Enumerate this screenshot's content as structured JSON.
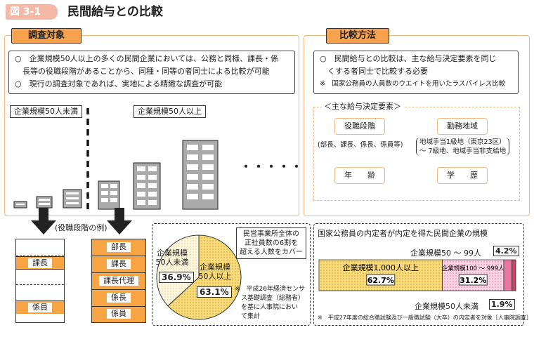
{
  "header": {
    "badge": "図 3-1",
    "title": "民間給与との比較"
  },
  "left_panel": {
    "label": "調査対象",
    "bullets": [
      "○　企業規模50人以上の多くの民間企業においては、公務と同様、課長・係",
      "　長等の役職段階があることから、同種・同等の者同士による比較が可能",
      "○　現行の調査対象であれば、実地による精緻な調査が可能"
    ],
    "small_label": "企業規模50人未満",
    "large_label": "企業規模50人以上",
    "ellipsis": "・・・・・",
    "example_label": "(役職段階の例)",
    "small_ranks": [
      "課長",
      "係員"
    ],
    "large_ranks": [
      "部長",
      "課長",
      "課長代理",
      "係長",
      "係員"
    ]
  },
  "pie": {
    "callout": [
      "民営事業所全体の",
      "正社員数の6割を",
      "超える人数をカバー"
    ],
    "note": [
      "※　平成26年経済センサ",
      "　ス基礎調査（総務省）",
      "　を基に人事院におい",
      "　て集計"
    ],
    "slices": [
      {
        "name": [
          "企業規模",
          "50人以上"
        ],
        "value": 63.1,
        "label": "63.1%",
        "color": "#f8db7a"
      },
      {
        "name": [
          "企業規模",
          "50人未満"
        ],
        "value": 36.9,
        "label": "36.9%",
        "color": "#ffffff"
      }
    ]
  },
  "right_panel": {
    "label": "比較方法",
    "text": [
      "○　民間給与との比較は、主な給与決定要素を同じ",
      "　くする者同士で比較する必要"
    ],
    "note": "※　国家公務員の人員数のウエイトを用いたラスパイレス比較",
    "factors_title": "＜主な給与決定要素＞",
    "factor_rank": "役職段階",
    "factor_rank_note": "(部長、課長、係長、係員等)",
    "factor_region": "勤務地域",
    "factor_region_note": [
      "地域手当1級地（東京23区）",
      "～ 7級地、地域手当非支給地"
    ],
    "factor_age": "年　　齢",
    "factor_edu": "学　　歴"
  },
  "bar": {
    "title": "国家公務員の内定者が内定を得た民間企業の規模",
    "label_50_99": "企業規模50 ～ 99人",
    "label_under50": "企業規模50人未満",
    "note": "※　平成27年度の総合職試験及び一般職試験（大卒）の内定者を対象［人事院調査］",
    "segments": [
      {
        "name": "企業規模1,000人以上",
        "value": 62.7,
        "label": "62.7%",
        "color": "#f8db7a"
      },
      {
        "name": "企業規模100 ～ 999人",
        "value": 31.2,
        "label": "31.2%",
        "color": "#fbd3e3"
      },
      {
        "name": "企業規模50 ～ 99人",
        "value": 4.2,
        "label": "4.2%",
        "color": "#e9779f"
      },
      {
        "name": "企業規模50人未満",
        "value": 1.9,
        "label": "1.9%",
        "color": "#cc3e6c"
      }
    ]
  },
  "chart_data": [
    {
      "type": "pie",
      "categories": [
        "企業規模50人以上",
        "企業規模50人未満"
      ],
      "values": [
        63.1,
        36.9
      ]
    },
    {
      "type": "bar",
      "orientation": "horizontal-stacked",
      "categories": [
        "企業規模1,000人以上",
        "企業規模100 ～ 999人",
        "企業規模50 ～ 99人",
        "企業規模50人未満"
      ],
      "values": [
        62.7,
        31.2,
        4.2,
        1.9
      ]
    }
  ]
}
